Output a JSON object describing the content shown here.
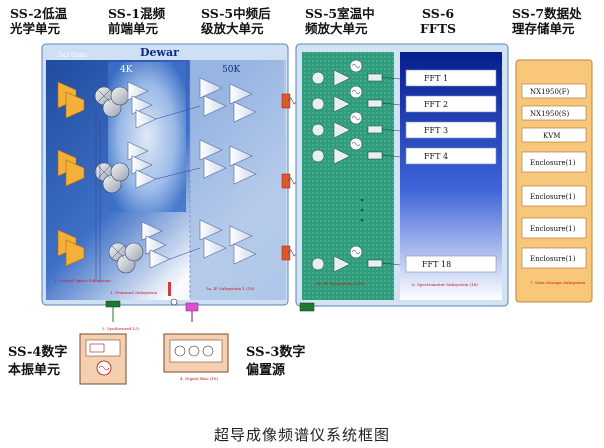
{
  "labels": {
    "ss2": [
      "SS-2低温",
      "光学单元"
    ],
    "ss1": [
      "SS-1混频",
      "前端单元"
    ],
    "ss5if": [
      "SS-5中频后",
      "级放大单元"
    ],
    "ss5rt": [
      "SS-5室温中",
      "频放大单元"
    ],
    "ss6": [
      "SS-6",
      "FFTS"
    ],
    "ss7": [
      "SS-7数据处",
      "理存储单元"
    ],
    "ss4": [
      "SS-4数字",
      "本振单元"
    ],
    "ss3": [
      "SS-3数字",
      "偏置源"
    ]
  },
  "dewar": {
    "title": "Dewar",
    "units": "3x3 Units",
    "stage4k": "4K",
    "stage50k": "50K",
    "sub_cooled_optics": "2. Cooled Optics Subsystem",
    "sub_frontend": "1. Frontend Subsystem",
    "sub_if": "5a. IF Subsystem 1 (18)"
  },
  "if2": {
    "sub": "5b. IF Subsystem 2 (18)"
  },
  "ffts": {
    "items": [
      "FFT 1",
      "FFT 2",
      "FFT 3",
      "FFT 4",
      "FFT 18"
    ],
    "sub": "6. Spectrometer Subsystem (18)"
  },
  "storage": {
    "items": [
      "NX1950(F)",
      "NX1950(S)",
      "KVM",
      "Enclosure(1)",
      "Enclosure(1)",
      "Enclosure(1)",
      "Enclosure(1)"
    ],
    "sub": "7. Data Storage Subsystem"
  },
  "lo": {
    "sub": "3. Synthesized LO"
  },
  "bias": {
    "sub": "4. Digital Bias (18)"
  },
  "caption": "超导成像频谱仪系统框图",
  "colors": {
    "dewar": "#8fb5e6",
    "dewar_dark": "#0f3f9a",
    "if2": "#2f9c7c",
    "ffts": "#0a2ba0",
    "storage": "#f8c779",
    "mixer": "#f5b03a"
  }
}
